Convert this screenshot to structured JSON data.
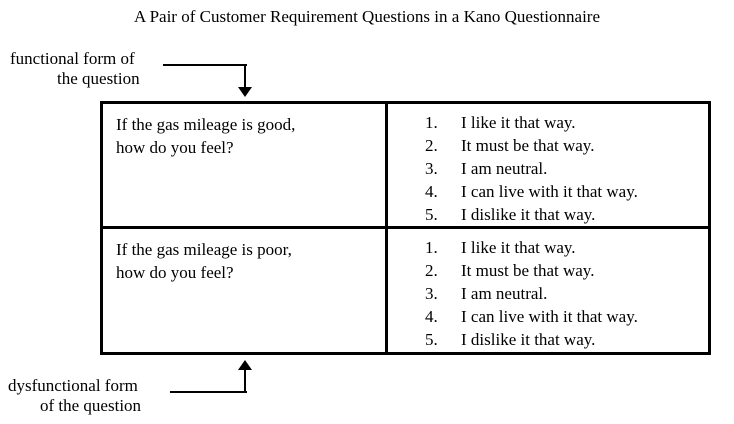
{
  "page": {
    "background": "#ffffff",
    "text_color": "#000000",
    "border_color": "#000000"
  },
  "title": "A Pair of Customer Requirement Questions in a Kano Questionnaire",
  "functional_label": {
    "line1": "functional form of",
    "line2": "the question"
  },
  "dysfunctional_label": {
    "line1": "dysfunctional form",
    "line2": "of the question"
  },
  "table": {
    "rows": [
      {
        "question_line1": "If the gas mileage is good,",
        "question_line2": "how do you feel?",
        "options": [
          {
            "num": "1.",
            "text": "I like it that way."
          },
          {
            "num": "2.",
            "text": "It must be that way."
          },
          {
            "num": "3.",
            "text": "I am neutral."
          },
          {
            "num": "4.",
            "text": "I can live with it that way."
          },
          {
            "num": "5.",
            "text": "I dislike it that way."
          }
        ]
      },
      {
        "question_line1": "If the gas mileage is poor,",
        "question_line2": "how do you feel?",
        "options": [
          {
            "num": "1.",
            "text": "I like it that way."
          },
          {
            "num": "2.",
            "text": "It must be that way."
          },
          {
            "num": "3.",
            "text": "I am neutral."
          },
          {
            "num": "4.",
            "text": "I can live with it that way."
          },
          {
            "num": "5.",
            "text": "I dislike it that way."
          }
        ]
      }
    ]
  }
}
